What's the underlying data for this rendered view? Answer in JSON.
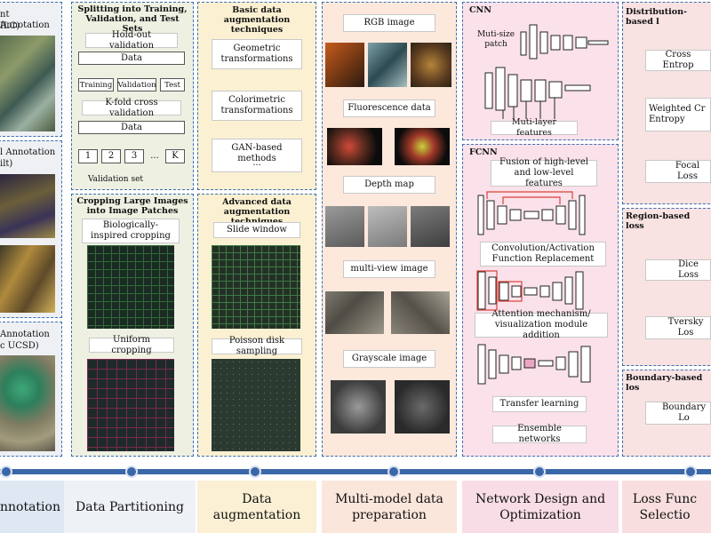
{
  "annotation": {
    "label1": "nt Annotation",
    "label1b": "ILC)",
    "label2": "l Annotation",
    "label2b": "ilt)",
    "label3": "Annotation",
    "label3b": "c UCSD)"
  },
  "partition": {
    "title": "Splitting into Training, Validation, and Test Sets",
    "holdout": "Hold-out validation",
    "data": "Data",
    "training": "Training",
    "validation": "Validation",
    "test": "Test",
    "kfold": "K-fold cross validation",
    "k1": "1",
    "k2": "2",
    "k3": "3",
    "kdots": "...",
    "kK": "K",
    "valset": "Validation set",
    "crop_title": "Cropping Large Images into Image Patches",
    "bio": "Biologically-inspired cropping",
    "uniform": "Uniform cropping"
  },
  "augmentation": {
    "basic_title": "Basic data augmentation techniques",
    "geometric": "Geometric transformations",
    "colorimetric": "Colorimetric transformations",
    "gan": "GAN-based methods",
    "dots": "...",
    "adv_title": "Advanced data augmentation techniques",
    "slide": "Slide window",
    "poisson": "Poisson disk sampling"
  },
  "multimodel": {
    "rgb": "RGB image",
    "fluor": "Fluorescence data",
    "depth": "Depth map",
    "multiview": "multi-view image",
    "gray": "Grayscale image"
  },
  "network": {
    "cnn": "CNN",
    "multisize": "Muti-size patch",
    "multilayer": "Muti-layer features",
    "fcnn": "FCNN",
    "fusion": "Fusion of high-level and low-level features",
    "conv": "Convolution/Activation Function Replacement",
    "attention": "Attention mechanism/ visualization module addition",
    "transfer": "Transfer learning",
    "ensemble": "Ensemble networks"
  },
  "loss": {
    "dist_title": "Distribution-based l",
    "cross": "Cross Entrop",
    "weighted": "Weighted Cr Entropy",
    "focal": "Focal Loss",
    "region_title": "Region-based loss",
    "dice": "Dice Loss",
    "tversky": "Tversky Los",
    "boundary_title": "Boundary-based los",
    "boundary": "Boundary Lo"
  },
  "stages": [
    {
      "label": "nnotation",
      "color": "#dfe7f3"
    },
    {
      "label": "Data Partitioning",
      "color": "#eef2f7"
    },
    {
      "label": "Data augmentation",
      "color": "#fbf0d4"
    },
    {
      "label": "Multi-model data preparation",
      "color": "#fbe6dc"
    },
    {
      "label": "Network Design and Optimization",
      "color": "#f8dde6"
    },
    {
      "label": "Loss Func Selectio",
      "color": "#f8dede"
    }
  ],
  "colors": {
    "timeline": "#3a67a8",
    "column_border": "#3c6fb0",
    "partition_bg": "#eef0e2",
    "augment_bg": "#fbf1d2",
    "multimodel_bg": "#fde8dc",
    "network_bg": "#fbe1ea",
    "loss_bg": "#f8e2e2"
  }
}
